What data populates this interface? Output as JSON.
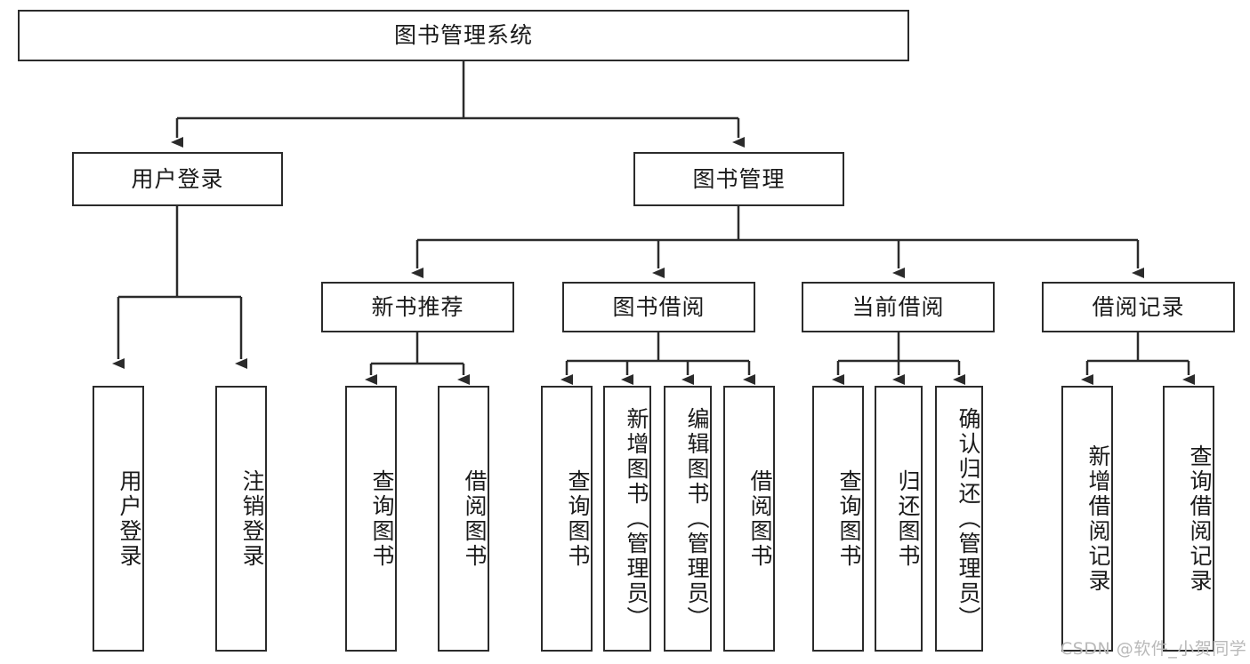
{
  "diagram": {
    "title": "图书管理系统",
    "watermark": "CSDN @软件_小贺同学",
    "line_color": "#2b2b2b",
    "background": "#ffffff",
    "levels": {
      "root": {
        "label": "图书管理系统"
      },
      "level2": [
        {
          "label": "用户登录"
        },
        {
          "label": "图书管理"
        }
      ],
      "level3": [
        {
          "label": "新书推荐"
        },
        {
          "label": "图书借阅"
        },
        {
          "label": "当前借阅"
        },
        {
          "label": "借阅记录"
        }
      ],
      "leaves": {
        "user_login": [
          {
            "label": "用户登录"
          },
          {
            "label": "注销登录"
          }
        ],
        "new_book_recommend": [
          {
            "label": "查询图书"
          },
          {
            "label": "借阅图书"
          }
        ],
        "book_borrow": [
          {
            "label": "查询图书"
          },
          {
            "label": "新增图书（管理员）"
          },
          {
            "label": "编辑图书（管理员）"
          },
          {
            "label": "借阅图书"
          }
        ],
        "current_borrow": [
          {
            "label": "查询图书"
          },
          {
            "label": "归还图书"
          },
          {
            "label": "确认归还（管理员）"
          }
        ],
        "borrow_record": [
          {
            "label": "新增借阅记录"
          },
          {
            "label": "查询借阅记录"
          }
        ]
      }
    }
  }
}
